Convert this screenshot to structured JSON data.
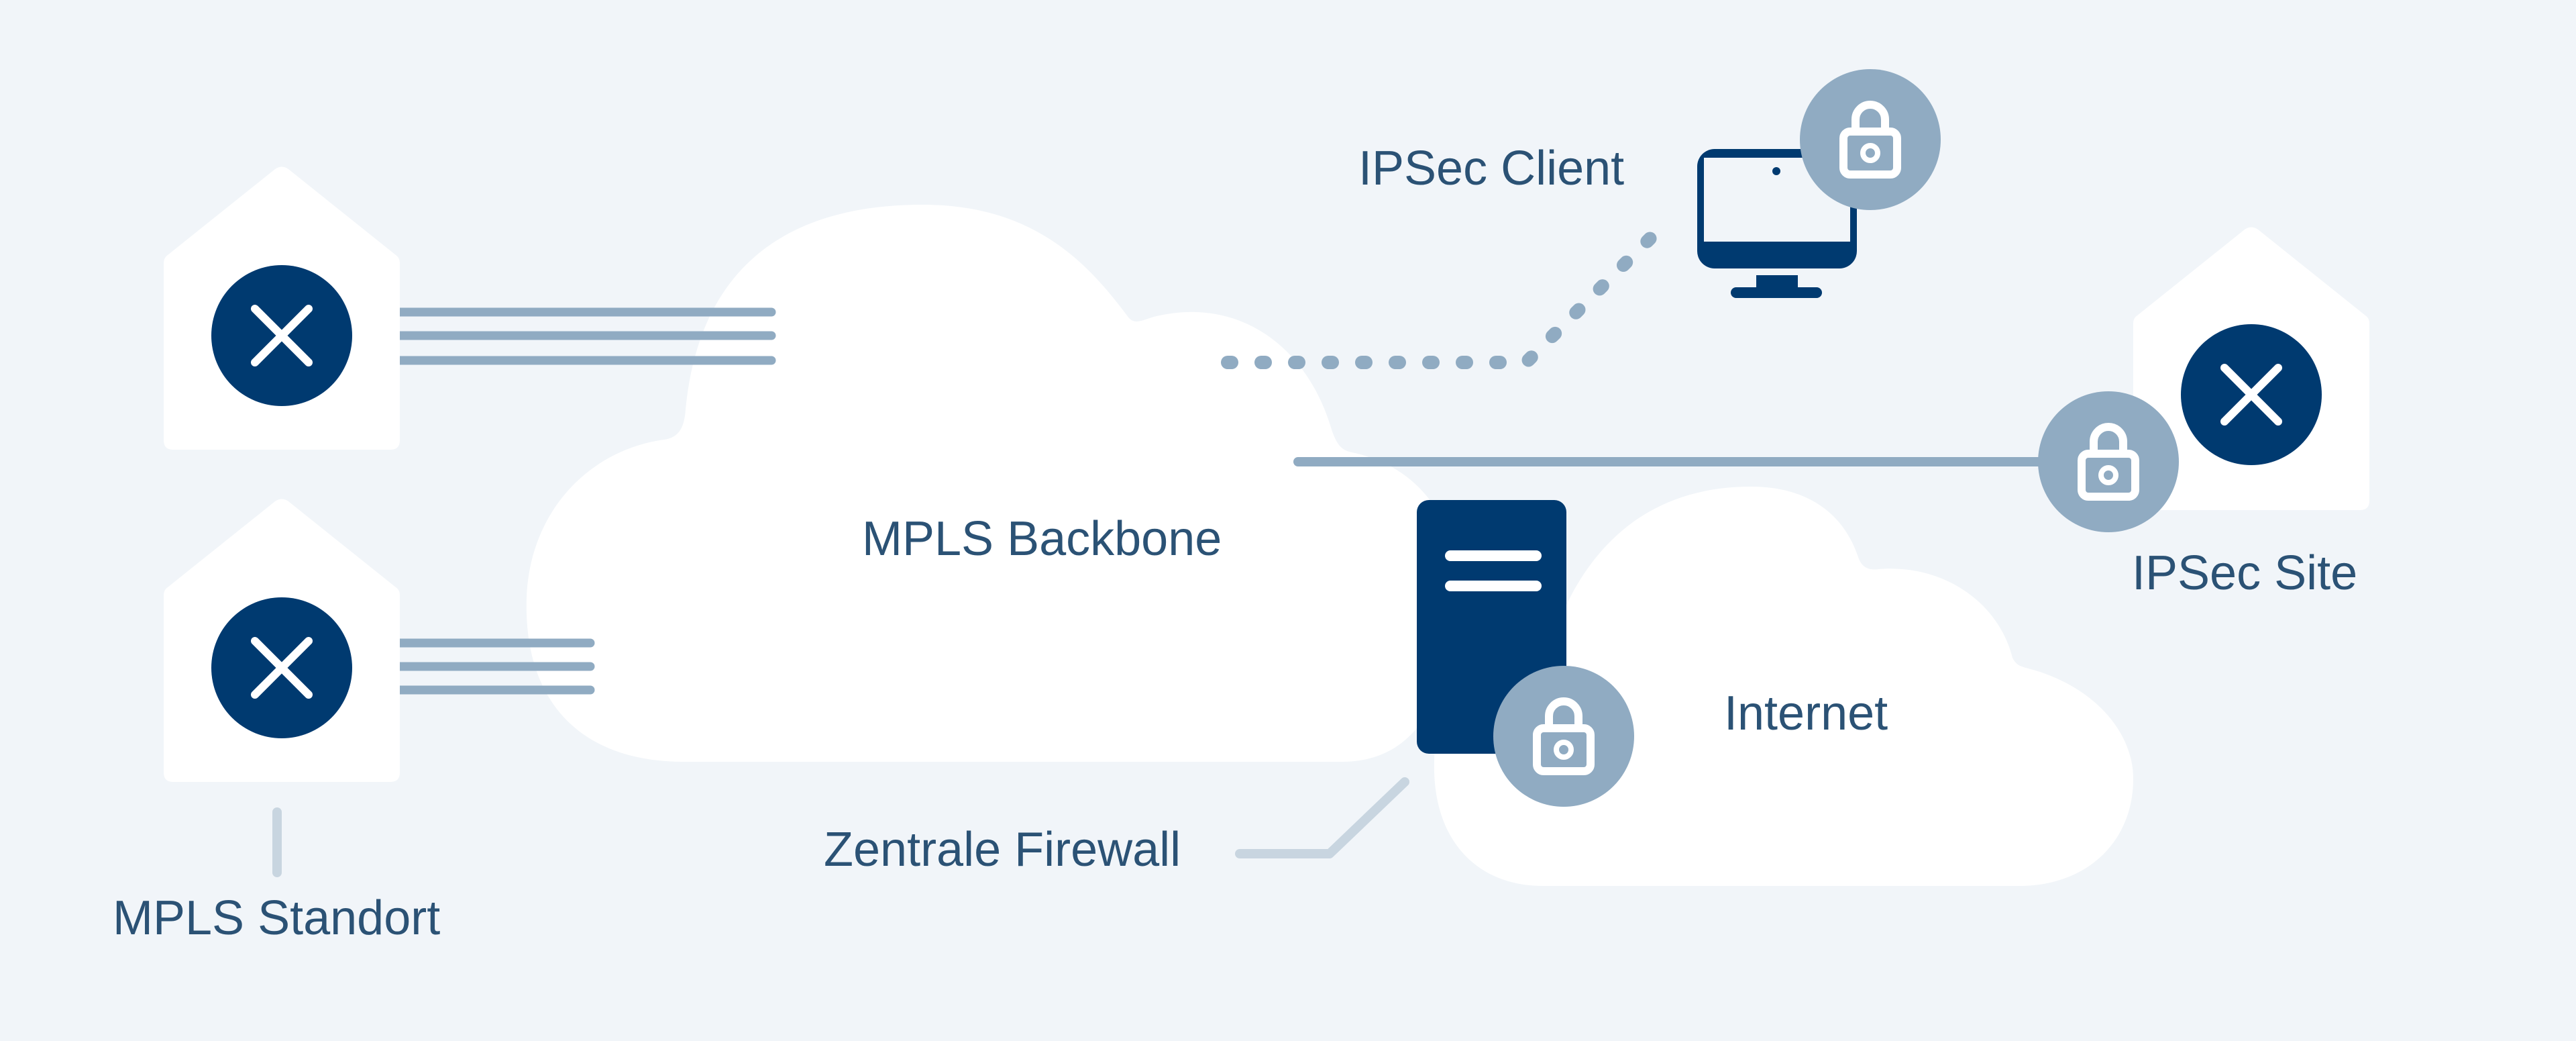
{
  "colors": {
    "background": "#f1f5f9",
    "shape": "#ffffff",
    "primary": "#003a70",
    "accent": "#90abc2",
    "connector": "#c8d5e0",
    "label": "#2b5275"
  },
  "labels": {
    "mpls_backbone": "MPLS Backbone",
    "internet": "Internet",
    "ipsec_client": "IPSec Client",
    "ipsec_site": "IPSec Site",
    "zentrale_firewall": "Zentrale Firewall",
    "mpls_standort": "MPLS Standort"
  },
  "nodes": [
    {
      "id": "mpls-site-1",
      "type": "site",
      "icon": "router-x-icon"
    },
    {
      "id": "mpls-site-2",
      "type": "site",
      "icon": "router-x-icon"
    },
    {
      "id": "ipsec-site",
      "type": "site",
      "icon": "router-x-icon",
      "badge": "lock-open-icon"
    },
    {
      "id": "ipsec-client",
      "type": "monitor",
      "icon": "monitor-icon",
      "badge": "lock-open-icon"
    },
    {
      "id": "central-firewall",
      "type": "server",
      "icon": "server-icon",
      "badge": "lock-open-icon"
    }
  ],
  "connections": [
    {
      "from": "mpls-site-1",
      "to": "mpls-backbone",
      "style": "triple-line"
    },
    {
      "from": "mpls-site-2",
      "to": "mpls-backbone",
      "style": "triple-line"
    },
    {
      "from": "ipsec-client",
      "to": "mpls-backbone",
      "style": "dotted"
    },
    {
      "from": "ipsec-site",
      "to": "mpls-backbone",
      "style": "solid"
    }
  ]
}
